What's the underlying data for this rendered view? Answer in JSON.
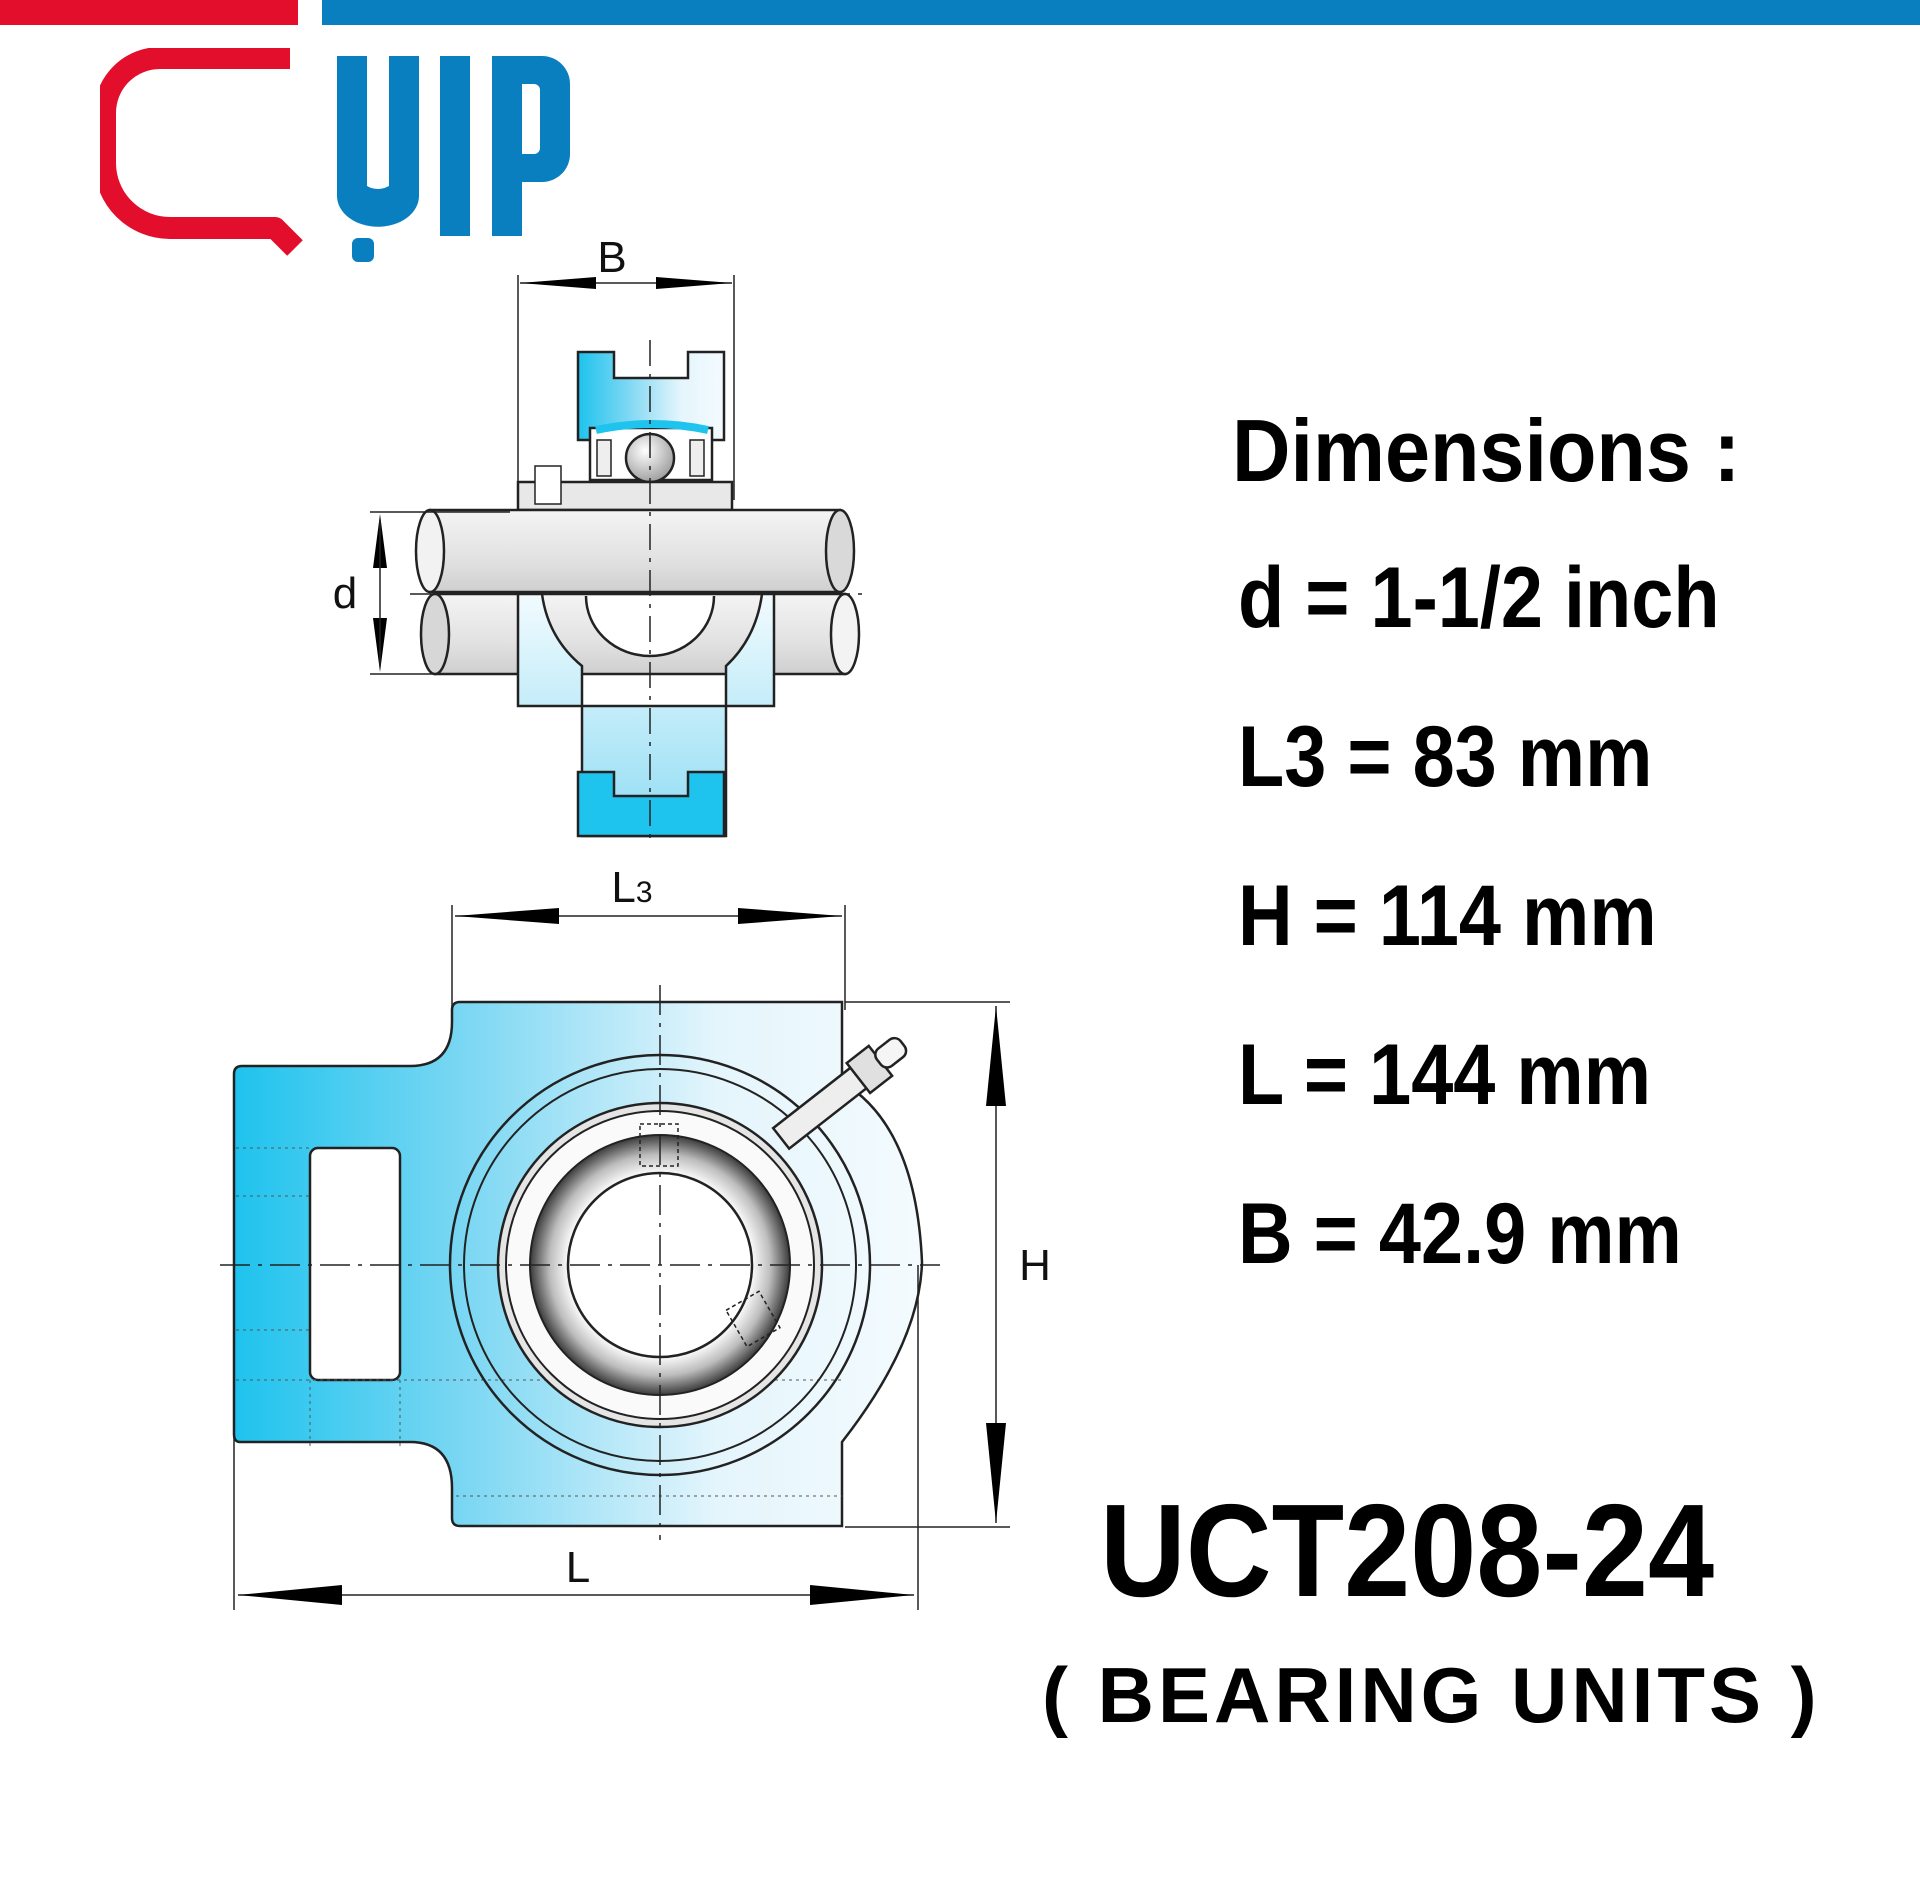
{
  "brand": {
    "logo_text": "QUIP",
    "colors": {
      "red": "#e30d2c",
      "blue": "#0a7fc0"
    }
  },
  "drawing": {
    "labels": {
      "B": "B",
      "d": "d",
      "L3_main": "L",
      "L3_sub": "3",
      "H": "H",
      "L": "L"
    },
    "colors": {
      "housing_blue": "#1ec3ee",
      "shaft_gray": "#d8d8d8"
    }
  },
  "dimensions": {
    "title": "Dimensions :",
    "items": [
      "d = 1-1/2 inch",
      "L3 = 83 mm",
      "H = 114 mm",
      "L = 144 mm",
      "B = 42.9 mm"
    ]
  },
  "product": {
    "model": "UCT208-24",
    "category": "( BEARING UNITS )"
  }
}
